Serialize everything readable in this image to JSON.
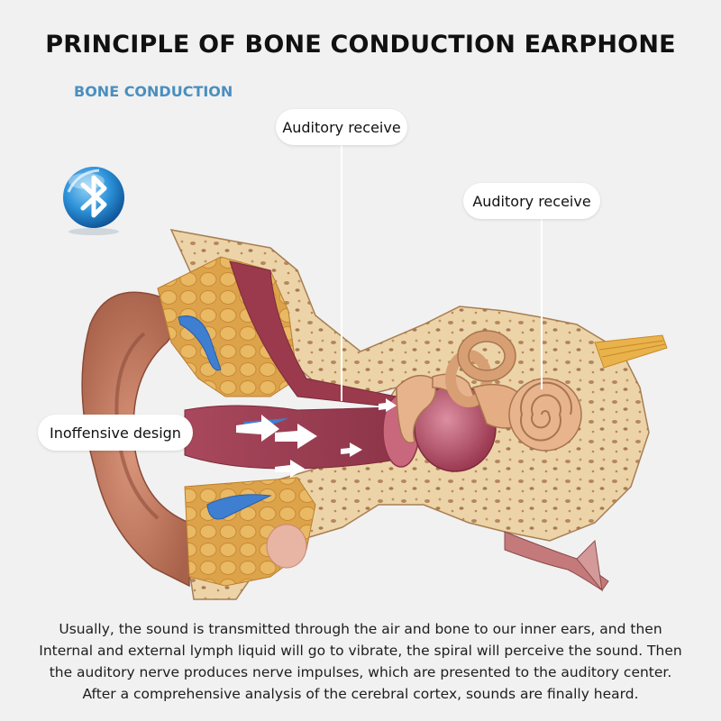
{
  "title": "PRINCIPLE OF BONE CONDUCTION EARPHONE",
  "subtitle": "BONE CONDUCTION",
  "callouts": {
    "top": "Auditory receive",
    "right": "Auditory receive",
    "left": "Inoffensive design"
  },
  "description": "Usually, the sound is transmitted through the air and bone to our inner ears, and then Internal and external lymph liquid will go to vibrate, the spiral will perceive the sound. Then the auditory nerve produces nerve impulses, which are presented to the auditory center. After a comprehensive analysis of the cerebral cortex, sounds are finally heard.",
  "icons": [
    "bluetooth-icon",
    "sound-wave-arrow-icon"
  ],
  "colors": {
    "accent": "#4a8fbf",
    "skin": "#c8876f",
    "bone": "#ecd3a6",
    "tissue": "#e2a84f",
    "canal": "#b9556a",
    "cochlea": "#e7b48d"
  }
}
